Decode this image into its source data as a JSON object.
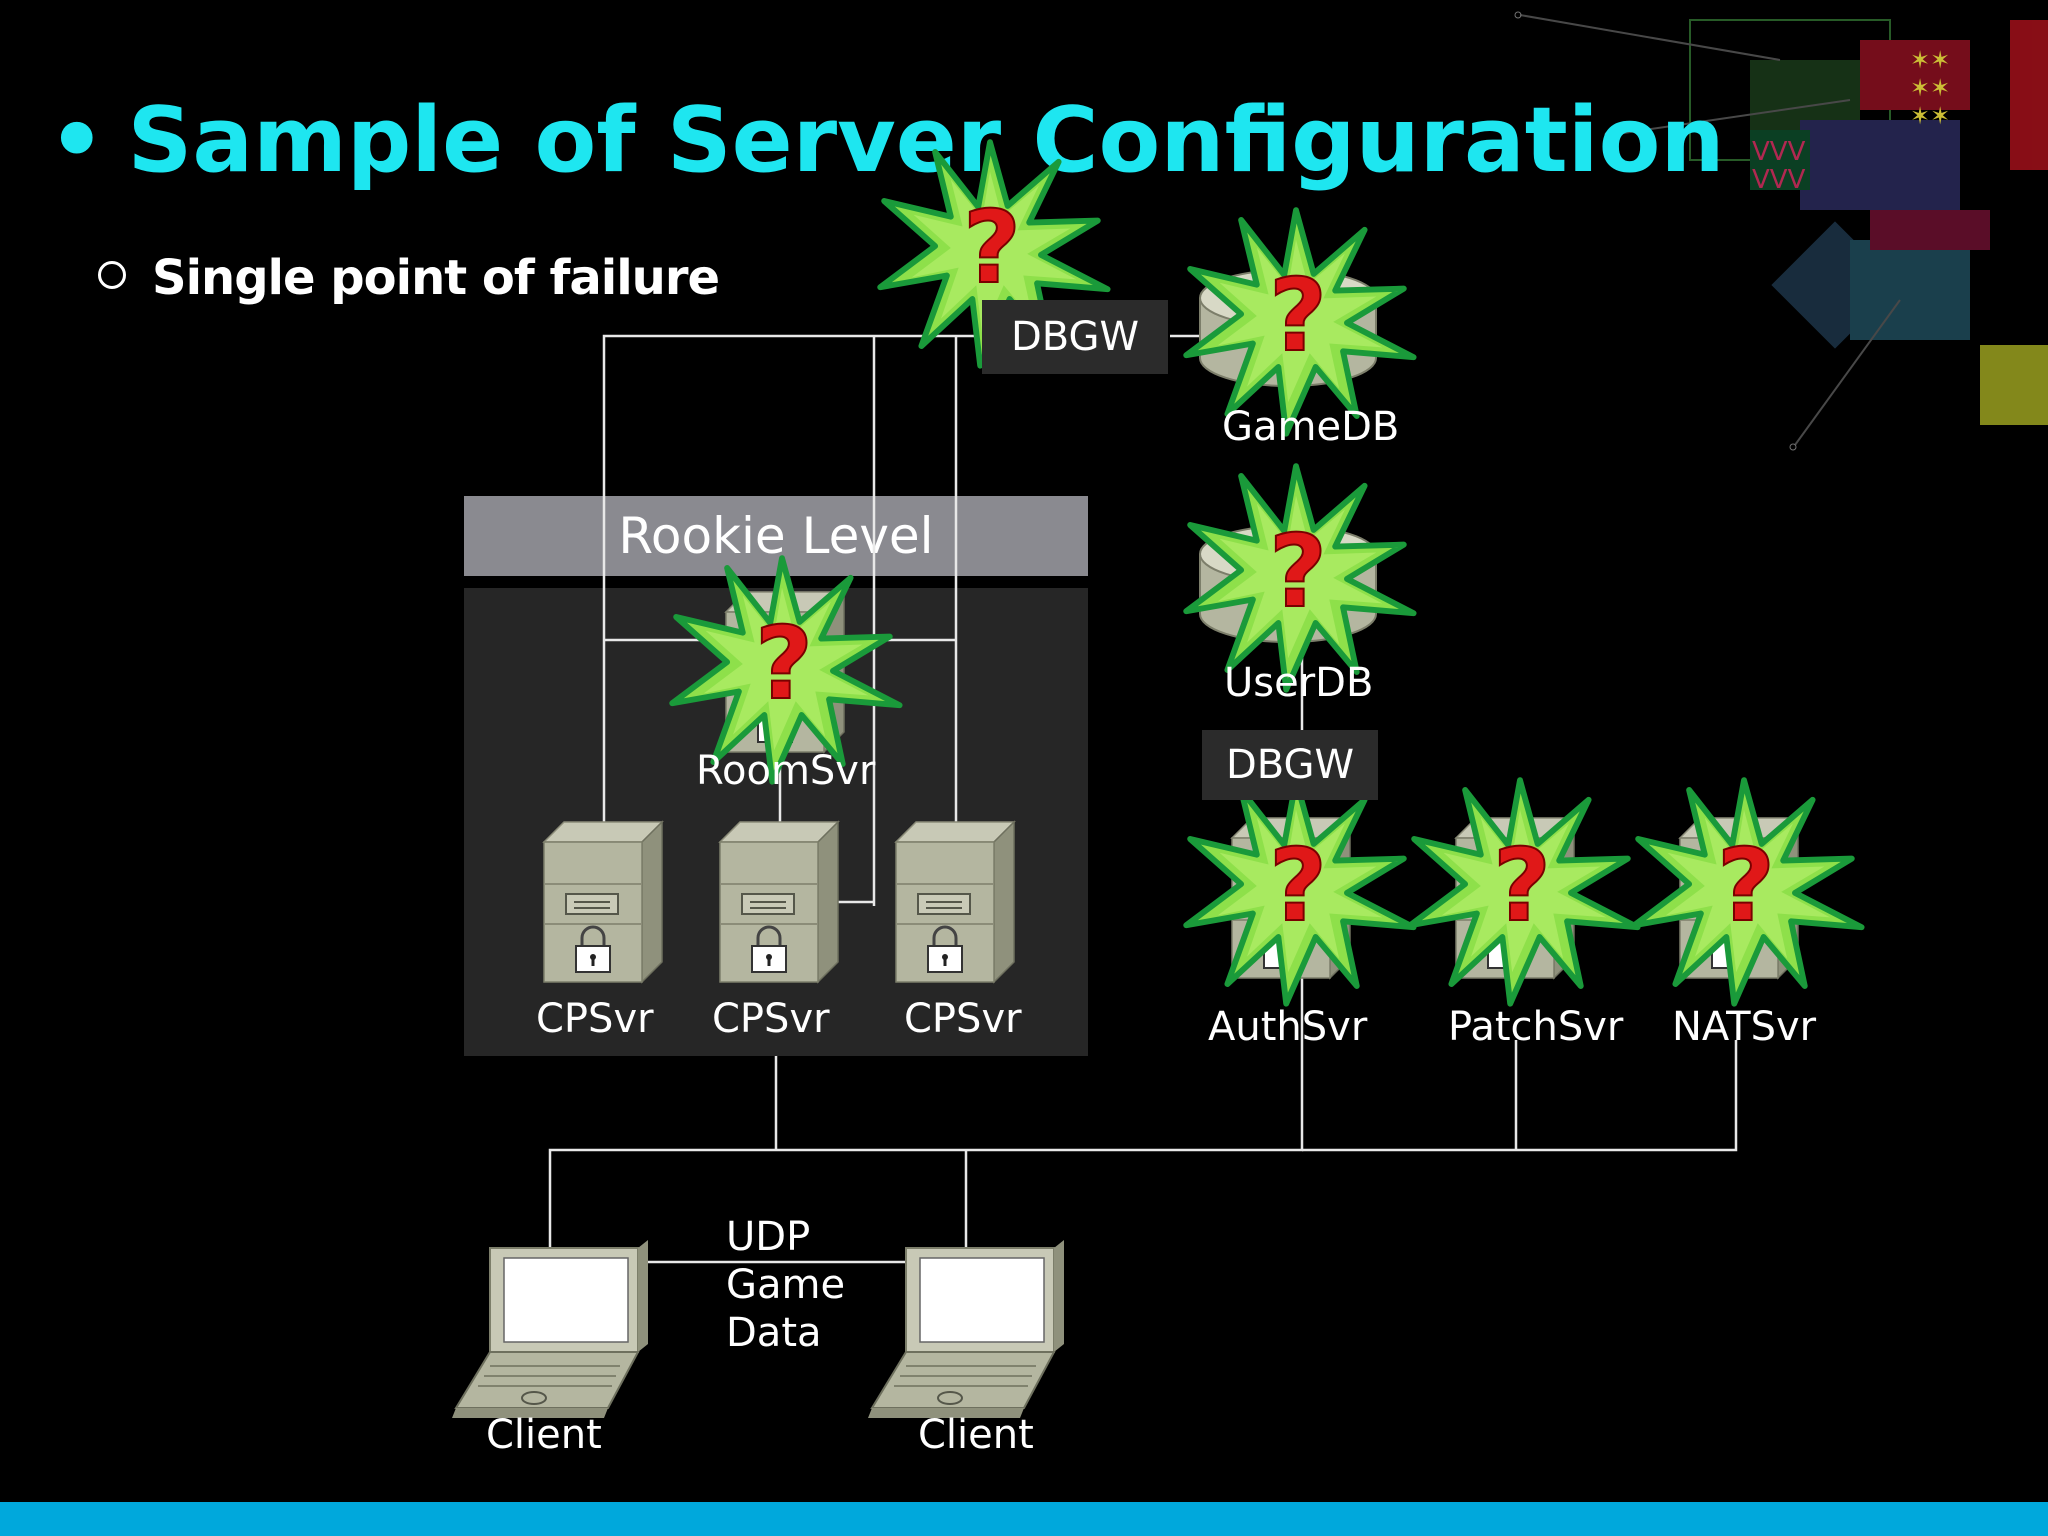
{
  "title": "Sample of Server Configuration",
  "subtitle": "Single point of failure",
  "colors": {
    "title": "#1ee6f0",
    "bottom_bar": "#00a8dc",
    "burst_fill": "#8ee04a",
    "burst_stroke": "#1a9a3a",
    "question_mark": "#e01818"
  },
  "nodes": {
    "dbgw_top": "DBGW",
    "gamedb": "GameDB",
    "userdb": "UserDB",
    "dbgw_mid": "DBGW",
    "rookie_level": "Rookie Level",
    "roomsvr": "RoomSvr",
    "cpsvr_1": "CPSvr",
    "cpsvr_2": "CPSvr",
    "cpsvr_3": "CPSvr",
    "authsvr": "AuthSvr",
    "patchsvr": "PatchSvr",
    "natsvr": "NATSvr",
    "client_1": "Client",
    "client_2": "Client",
    "udp_line1": "UDP",
    "udp_line2": "Game",
    "udp_line3": "Data"
  },
  "burst_symbol": "?"
}
